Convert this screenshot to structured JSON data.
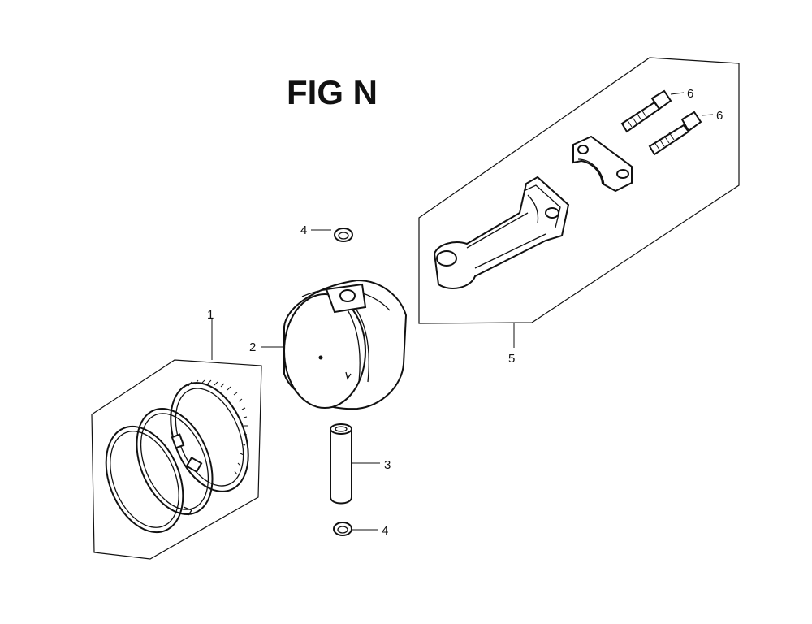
{
  "title": "FIG N",
  "callouts": {
    "piston_rings": "1",
    "piston": "2",
    "piston_pin": "3",
    "clip_top": "4",
    "clip_bottom": "4",
    "connecting_rod": "5",
    "bolt_upper": "6",
    "bolt_lower": "6"
  },
  "colors": {
    "line": "#111111",
    "background": "#ffffff"
  }
}
